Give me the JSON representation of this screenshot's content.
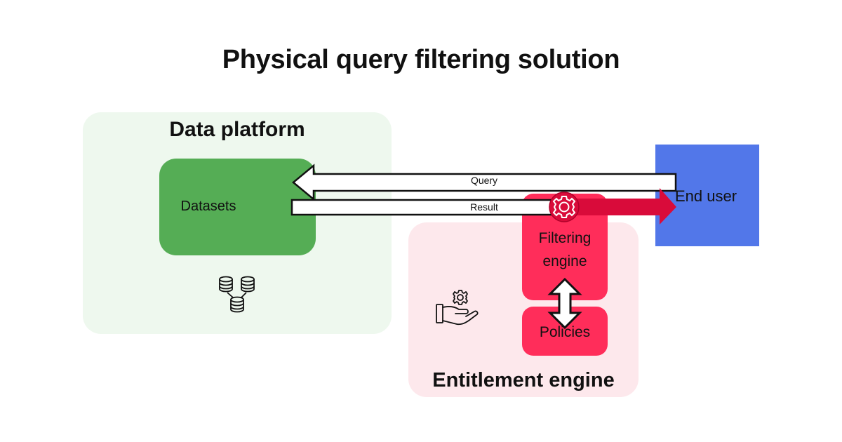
{
  "title": "Physical query filtering solution",
  "nodes": {
    "data_platform": "Data platform",
    "datasets": "Datasets",
    "entitlement_engine": "Entitlement engine",
    "filtering_engine_line1": "Filtering",
    "filtering_engine_line2": "engine",
    "policies": "Policies",
    "end_user": "End user"
  },
  "edges": {
    "query": "Query",
    "result": "Result"
  },
  "icons": [
    "database-cluster-icon",
    "hand-gear-icon",
    "gear-icon",
    "double-arrow-icon"
  ],
  "colors": {
    "data_platform_bg": "#eef8ee",
    "datasets": "#55ad55",
    "entitlement_bg": "#fde8ec",
    "engine_red": "#ff2d5a",
    "result_arrow": "#d90b3a",
    "end_user": "#5277e9"
  }
}
